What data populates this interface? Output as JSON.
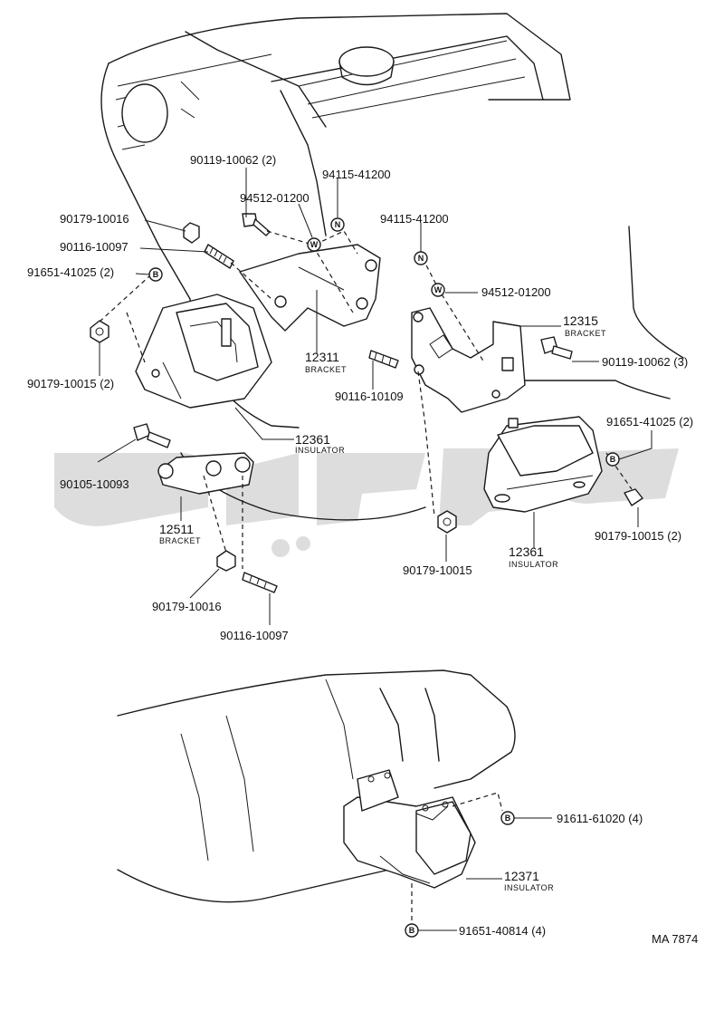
{
  "labels": {
    "p90119_10062_2": "90119-10062 (2)",
    "p94115_41200_a": "94115-41200",
    "p94512_01200_a": "94512-01200",
    "p90179_10016_a": "90179-10016",
    "p90116_10097_a": "90116-10097",
    "p91651_41025_2a": "91651-41025 (2)",
    "p90179_10015_2a": "90179-10015 (2)",
    "p12311": "12311",
    "p12311_sub": "BRACKET",
    "p94115_41200_b": "94115-41200",
    "p94512_01200_b": "94512-01200",
    "p12315": "12315",
    "p12315_sub": "BRACKET",
    "p90119_10062_3": "90119-10062 (3)",
    "p90116_10109": "90116-10109",
    "p12361_a": "12361",
    "p12361_a_sub": "INSULATOR",
    "p91651_41025_2b": "91651-41025 (2)",
    "p90105_10093": "90105-10093",
    "p12511": "12511",
    "p12511_sub": "BRACKET",
    "p90179_10015_2b": "90179-10015 (2)",
    "p12361_b": "12361",
    "p12361_b_sub": "INSULATOR",
    "p90179_10015": "90179-10015",
    "p90179_10016_b": "90179-10016",
    "p90116_10097_b": "90116-10097",
    "p91611_61020_4": "91611-61020 (4)",
    "p12371": "12371",
    "p12371_sub": "INSULATOR",
    "p91651_40814_4": "91651-40814 (4)",
    "code": "MA 7874"
  },
  "symbols": {
    "n": "N",
    "w": "W",
    "b": "B"
  }
}
